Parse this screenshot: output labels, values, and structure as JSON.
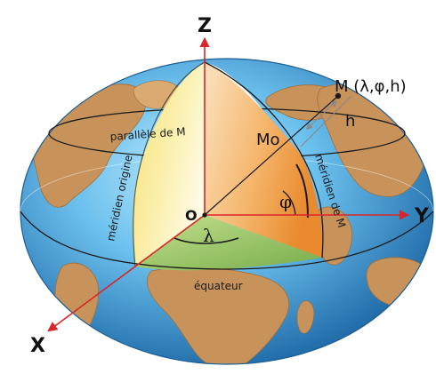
{
  "labels": {
    "axis_z": "Z",
    "axis_x": "X",
    "axis_y": "Y",
    "origin": "O",
    "point_m": "M (λ,φ,h)",
    "point_mo": "Mo",
    "height": "h",
    "lambda": "λ",
    "phi": "φ",
    "parallel": "parallèle de M",
    "meridian_origin": "méridien origine",
    "meridian_m": "méridien de M",
    "equator": "équateur"
  },
  "colors": {
    "ocean_light": "#8fd4f5",
    "ocean_dark": "#2a7ab8",
    "land": "#c8935a",
    "land_dark": "#a36d35",
    "axis_red": "#d9262a",
    "wedge_orange": "#f2ac62",
    "wedge_yellow": "#f9e88a",
    "wedge_green": "#9cc765",
    "line_dark": "#1a1a1a"
  }
}
